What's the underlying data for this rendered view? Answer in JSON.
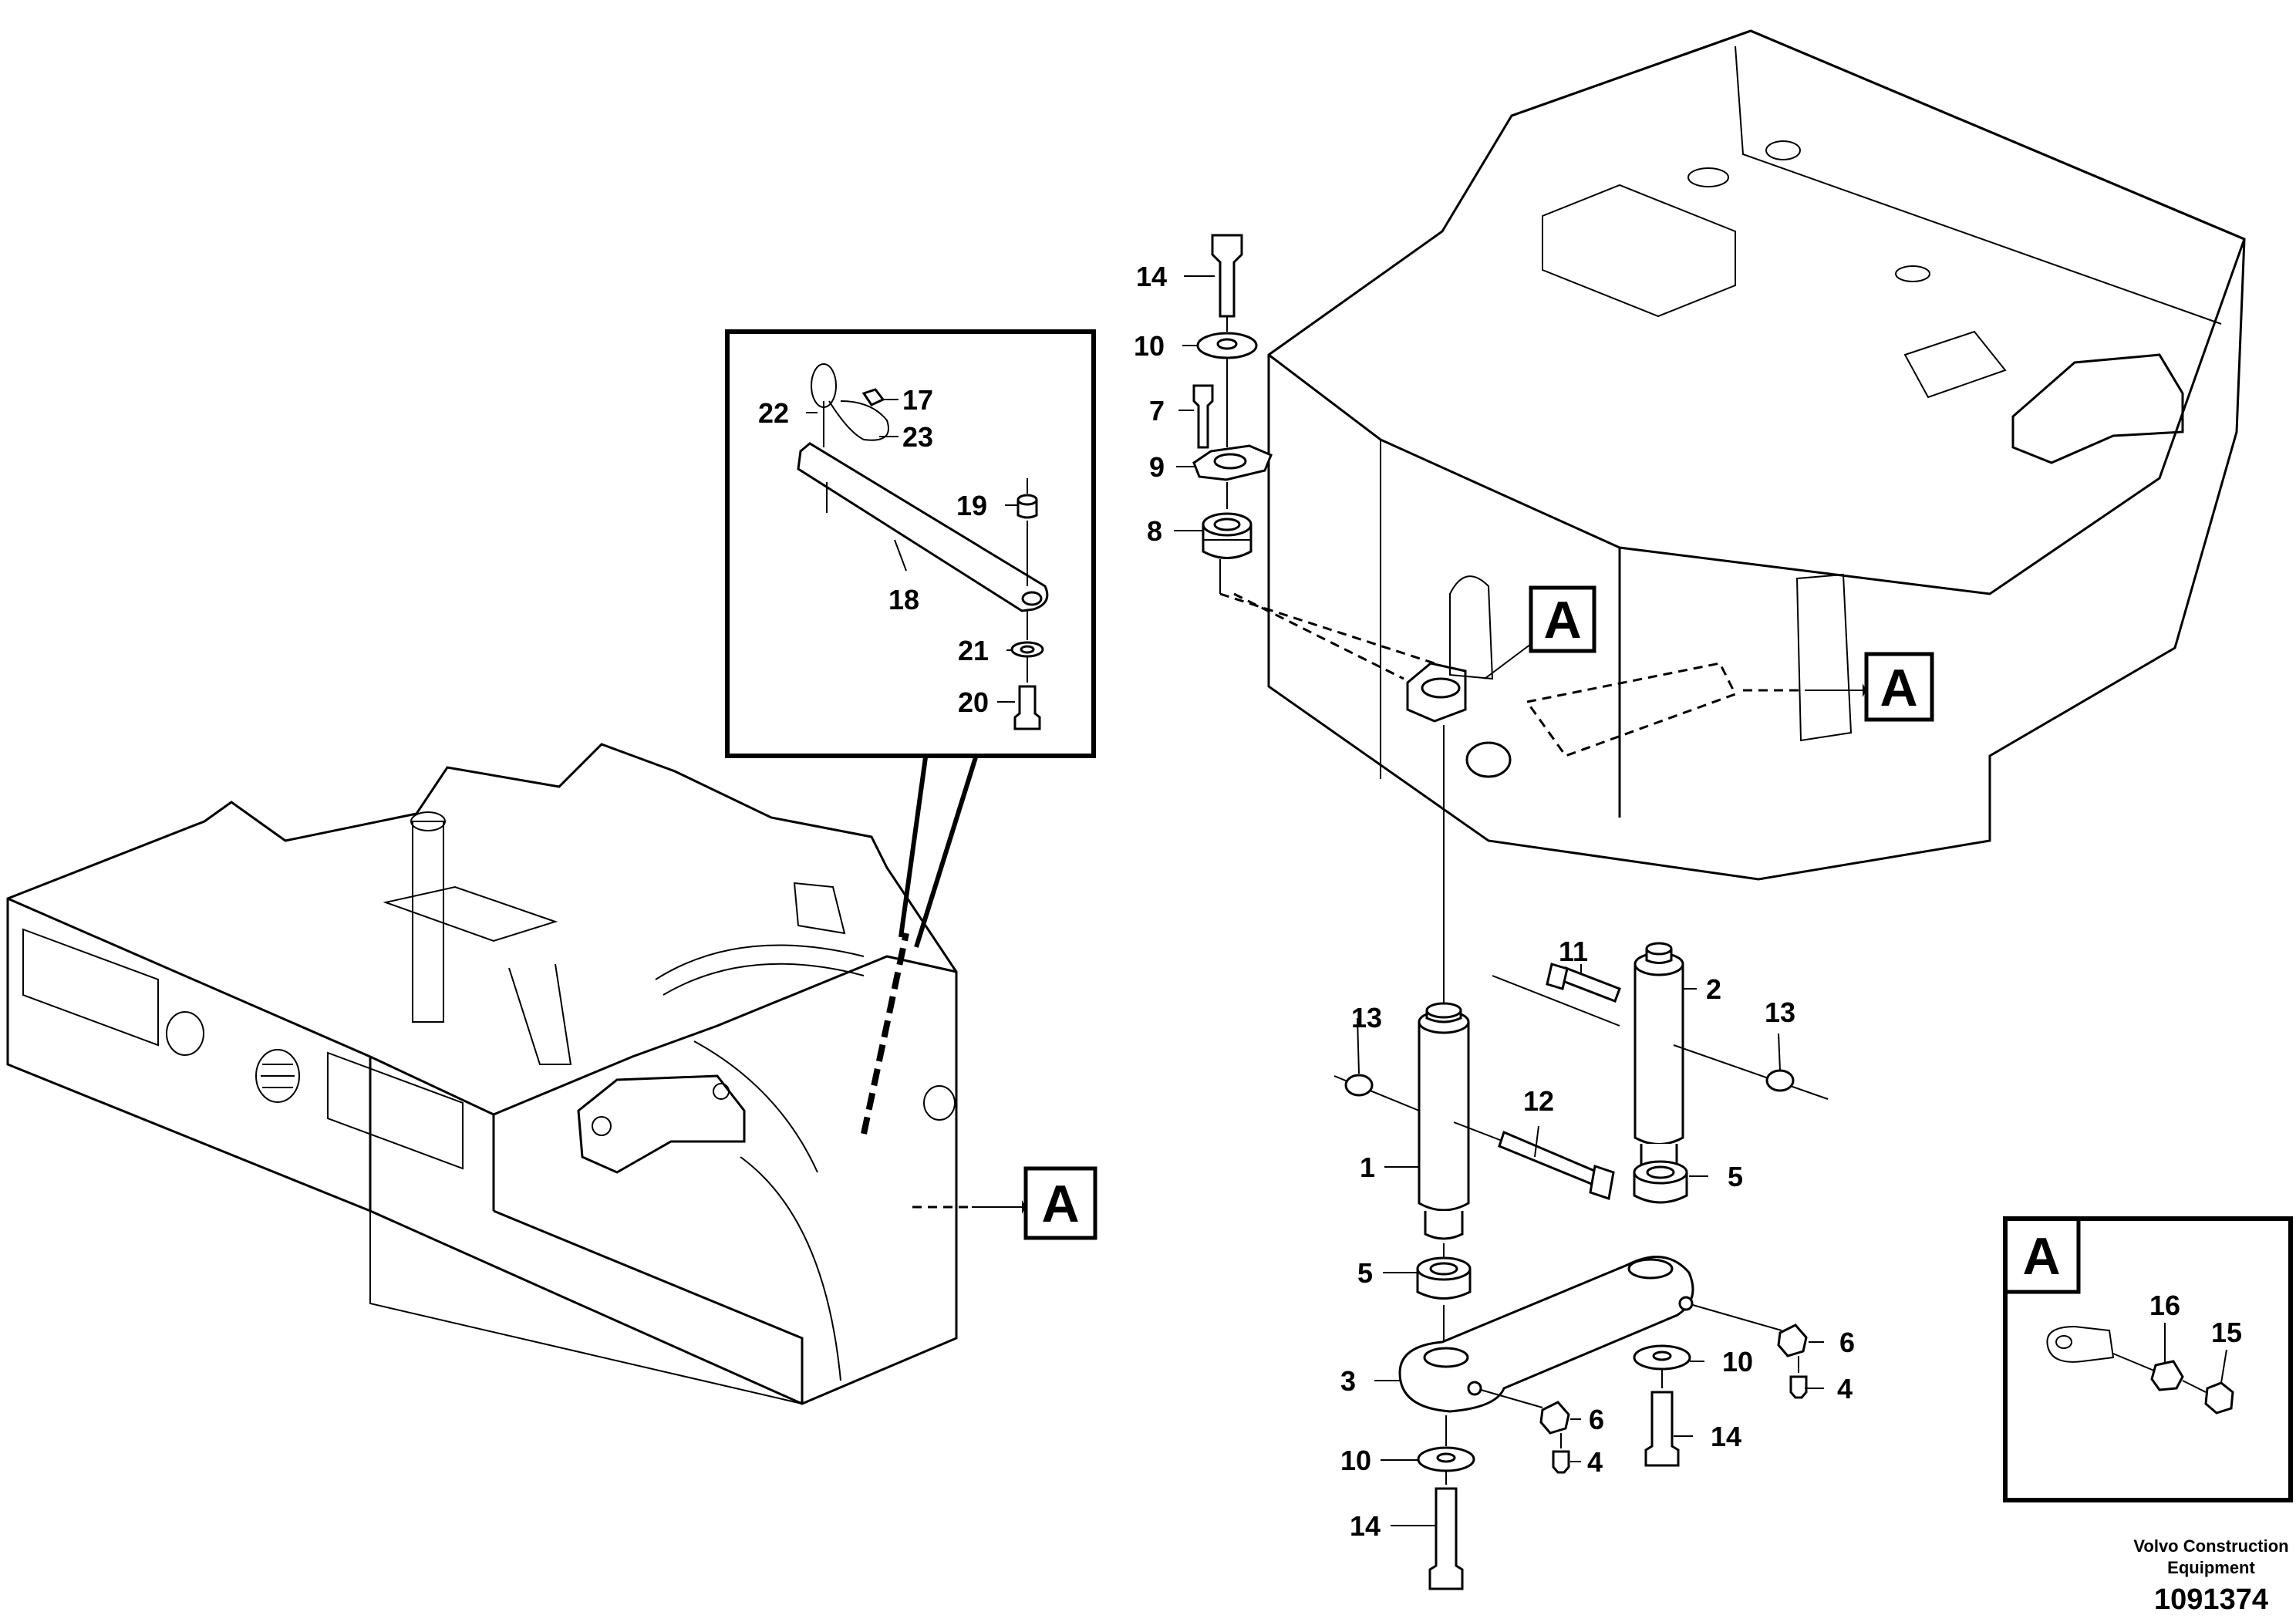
{
  "callouts": {
    "c1": "1",
    "c2": "2",
    "c3": "3",
    "c4a": "4",
    "c4b": "4",
    "c5a": "5",
    "c5b": "5",
    "c6a": "6",
    "c6b": "6",
    "c7": "7",
    "c8": "8",
    "c9": "9",
    "c10a": "10",
    "c10b": "10",
    "c10c": "10",
    "c11": "11",
    "c12": "12",
    "c13a": "13",
    "c13b": "13",
    "c14a": "14",
    "c14b": "14",
    "c14c": "14",
    "c15": "15",
    "c16": "16",
    "c17": "17",
    "c18": "18",
    "c19": "19",
    "c20": "20",
    "c21": "21",
    "c22": "22",
    "c23": "23"
  },
  "detail_markers": {
    "left": "A",
    "top_center": "A",
    "right": "A",
    "detail_box": "A"
  },
  "footer": {
    "company_line1": "Volvo Construction",
    "company_line2": "Equipment",
    "drawing_number": "1091374"
  }
}
